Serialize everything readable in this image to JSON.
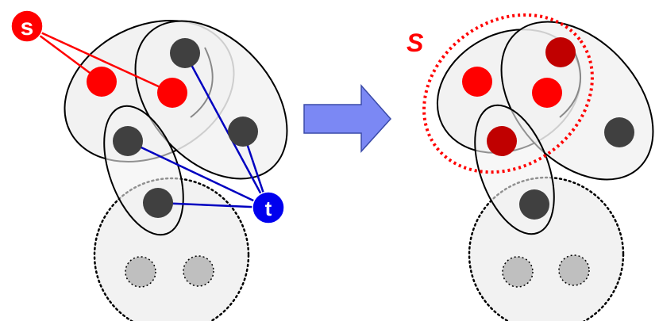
{
  "labels": {
    "source": "s",
    "sink": "t",
    "set": "S"
  },
  "colors": {
    "red": "#ff0000",
    "dark_red": "#c00000",
    "dark_node": "#404040",
    "gray_node": "#bfbfbf",
    "blue": "#0000c0",
    "sink_fill": "#0000ee",
    "arrow_fill": "#7b88f4",
    "blob_fill": "#f2f2f2"
  }
}
